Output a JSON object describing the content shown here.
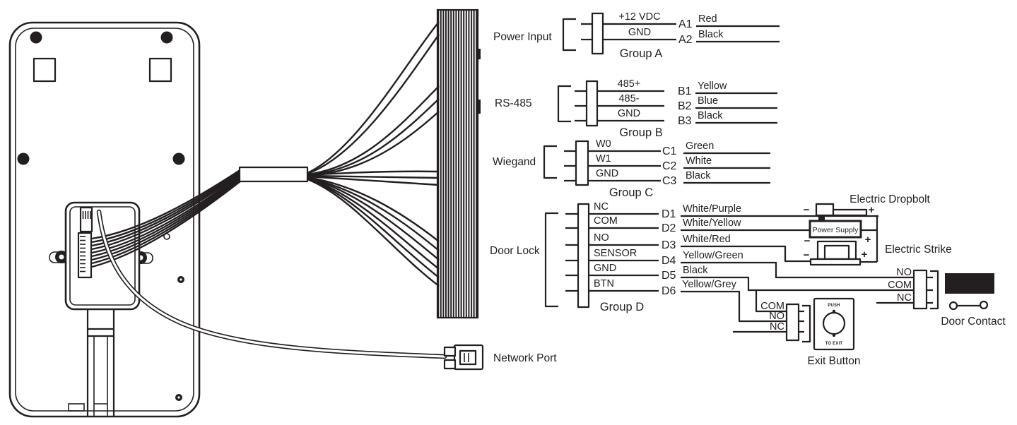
{
  "colors": {
    "ink": "#231f20",
    "paper": "#ffffff"
  },
  "diagram": {
    "groups": [
      {
        "label": "Power Input",
        "group_name": "Group A",
        "pins": [
          {
            "name": "+12 VDC",
            "terminal": "A1",
            "color": "Red"
          },
          {
            "name": "GND",
            "terminal": "A2",
            "color": "Black"
          }
        ]
      },
      {
        "label": "RS-485",
        "group_name": "Group B",
        "pins": [
          {
            "name": "485+",
            "terminal": "B1",
            "color": "Yellow"
          },
          {
            "name": "485-",
            "terminal": "B2",
            "color": "Blue"
          },
          {
            "name": "GND",
            "terminal": "B3",
            "color": "Black"
          }
        ]
      },
      {
        "label": "Wiegand",
        "group_name": "Group C",
        "pins": [
          {
            "name": "W0",
            "terminal": "C1",
            "color": "Green"
          },
          {
            "name": "W1",
            "terminal": "C2",
            "color": "White"
          },
          {
            "name": "GND",
            "terminal": "C3",
            "color": "Black"
          }
        ]
      },
      {
        "label": "Door Lock",
        "group_name": "Group D",
        "pins": [
          {
            "name": "NC",
            "terminal": "D1",
            "color": "White/Purple"
          },
          {
            "name": "COM",
            "terminal": "D2",
            "color": "White/Yellow"
          },
          {
            "name": "NO",
            "terminal": "D3",
            "color": "White/Red"
          },
          {
            "name": "SENSOR",
            "terminal": "D4",
            "color": "Yellow/Green"
          },
          {
            "name": "GND",
            "terminal": "D5",
            "color": "Black"
          },
          {
            "name": "BTN",
            "terminal": "D6",
            "color": "Yellow/Grey"
          }
        ]
      }
    ],
    "network_port_label": "Network Port",
    "electric_dropbolt_label": "Electric Dropbolt",
    "power_supply_label": "Power Supply",
    "electric_strike_label": "Electric Strike",
    "door_contact": {
      "label": "Door Contact",
      "pins": [
        "NO",
        "COM",
        "NC"
      ]
    },
    "exit_button": {
      "label": "Exit Button",
      "pins": [
        "COM",
        "NO",
        "NC"
      ],
      "plate_top": "PUSH",
      "plate_bottom": "TO EXIT"
    },
    "polarity": {
      "minus": "−",
      "plus": "+"
    }
  }
}
